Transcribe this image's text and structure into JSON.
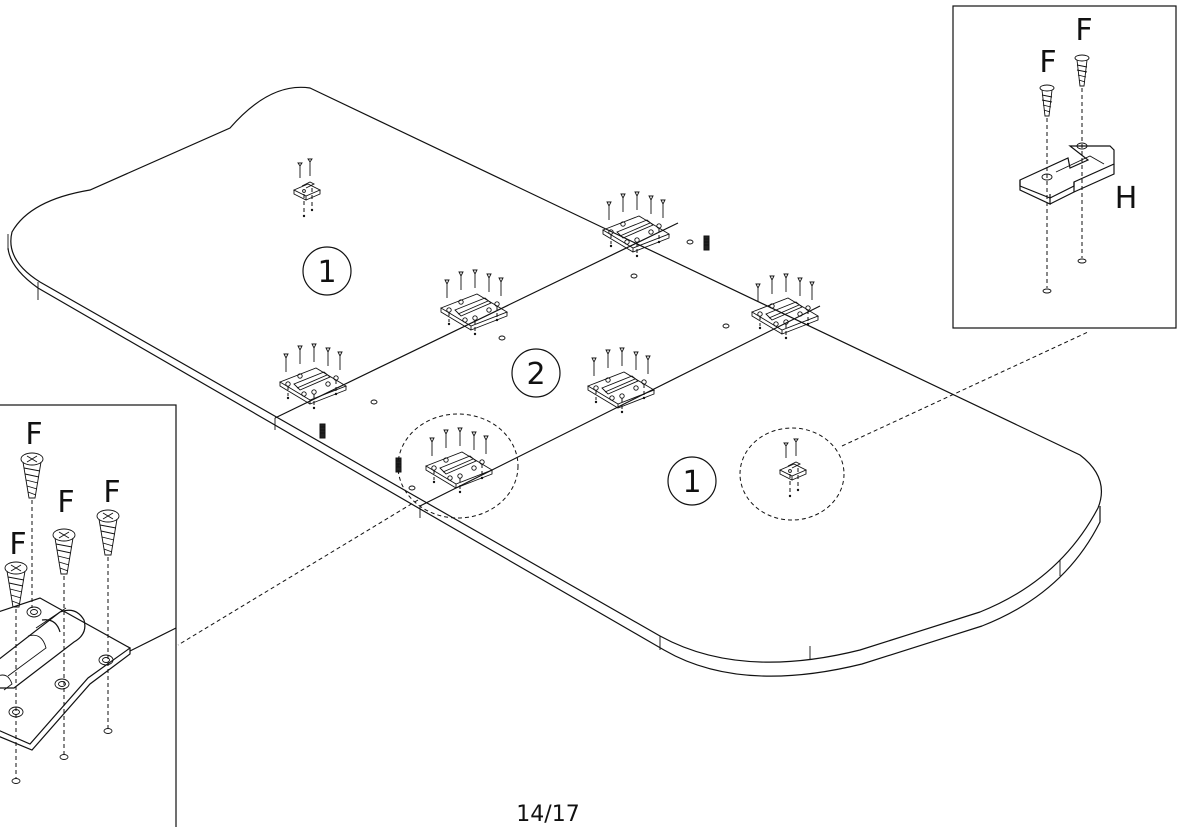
{
  "panel_labels": {
    "part_1_left": "1",
    "part_2_middle": "2",
    "part_1_right": "1"
  },
  "callout_hinge": {
    "screw_labels": [
      "F",
      "F",
      "F",
      "F"
    ]
  },
  "callout_bracket": {
    "screw_labels": [
      "F",
      "F"
    ],
    "bracket_label": "H"
  },
  "page_number": "14/17"
}
